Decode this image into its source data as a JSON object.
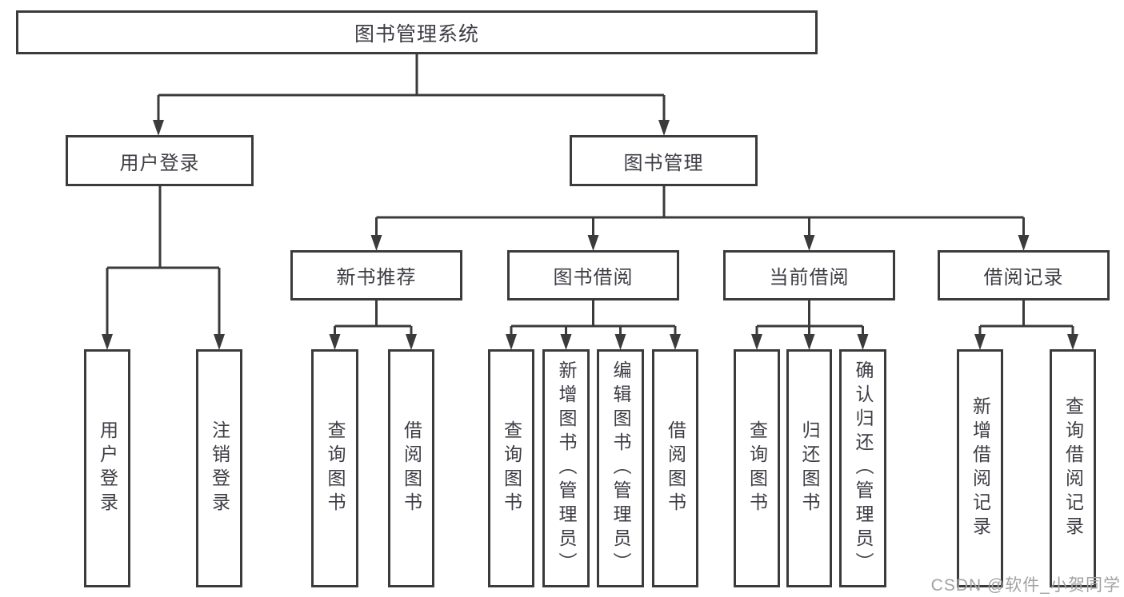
{
  "diagram_type": "functional-structure-tree",
  "tree": {
    "label": "图书管理系统",
    "children": [
      {
        "label": "用户登录",
        "children": [
          {
            "label": "用户登录"
          },
          {
            "label": "注销登录"
          }
        ]
      },
      {
        "label": "图书管理",
        "children": [
          {
            "label": "新书推荐",
            "children": [
              {
                "label": "查询图书"
              },
              {
                "label": "借阅图书"
              }
            ]
          },
          {
            "label": "图书借阅",
            "children": [
              {
                "label": "查询图书"
              },
              {
                "label": "新增图书（管理员）"
              },
              {
                "label": "编辑图书（管理员）"
              },
              {
                "label": "借阅图书"
              }
            ]
          },
          {
            "label": "当前借阅",
            "children": [
              {
                "label": "查询图书"
              },
              {
                "label": "归还图书"
              },
              {
                "label": "确认归还（管理员）"
              }
            ]
          },
          {
            "label": "借阅记录",
            "children": [
              {
                "label": "新增借阅记录"
              },
              {
                "label": "查询借阅记录"
              }
            ]
          }
        ]
      }
    ]
  },
  "watermark": {
    "text": "CSDN @软件_小贺同学"
  },
  "colors": {
    "line": "#3b3b3b",
    "box_border": "#3b3b3b",
    "box_fill": "#ffffff",
    "text": "#3d3d44",
    "watermark": "#a2a2a2",
    "background": "#ffffff"
  }
}
